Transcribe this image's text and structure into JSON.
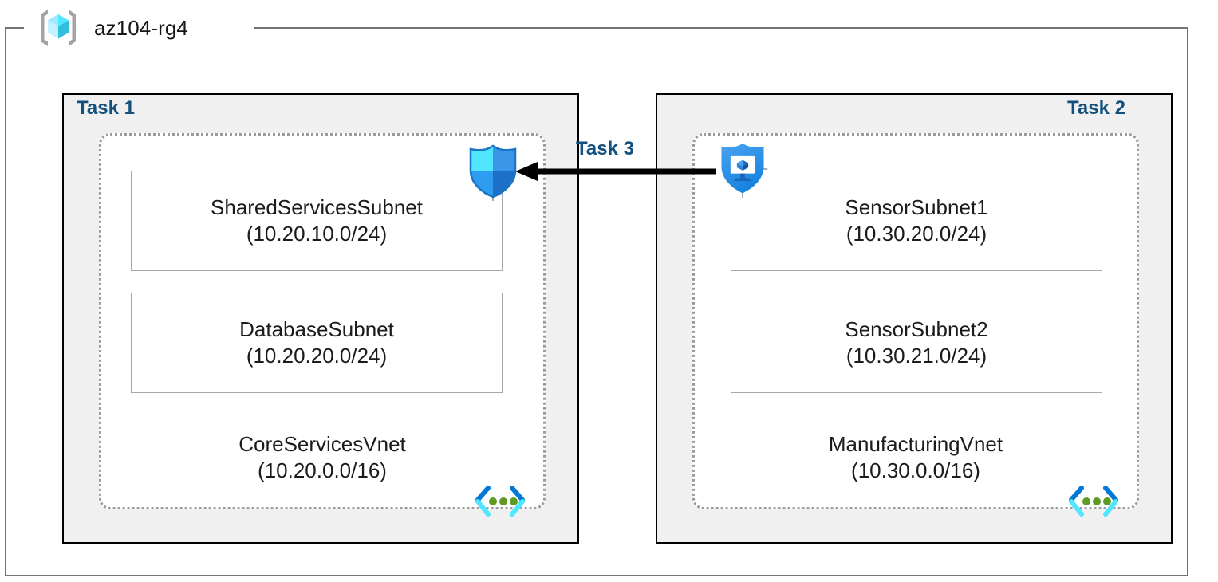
{
  "resource_group": {
    "name": "az104-rg4",
    "icon": "resource-group-cube-icon"
  },
  "tasks": {
    "task1_label": "Task 1",
    "task2_label": "Task 2",
    "task3_label": "Task 3"
  },
  "colors": {
    "task_label": "#12507d",
    "panel_fill": "#f0f0f0",
    "panel_border": "#000000",
    "vnet_border": "#9b9b9b",
    "subnet_border": "#a8a8a8",
    "frame_border": "#737373",
    "arrow": "#000000",
    "azure_blue": "#1f8ef1",
    "cyan": "#50e6ff",
    "green_dot": "#5e9a24"
  },
  "vnets": [
    {
      "panel": "task1",
      "name": "CoreServicesVnet",
      "cidr": "(10.20.0.0/16)",
      "icon": "virtual-network-icon",
      "subnets": [
        {
          "name": "SharedServicesSubnet",
          "cidr": "(10.20.10.0/24)"
        },
        {
          "name": "DatabaseSubnet",
          "cidr": "(10.20.20.0/24)"
        }
      ]
    },
    {
      "panel": "task2",
      "name": "ManufacturingVnet",
      "cidr": "(10.30.0.0/16)",
      "icon": "virtual-network-icon",
      "subnets": [
        {
          "name": "SensorSubnet1",
          "cidr": "(10.30.20.0/24)"
        },
        {
          "name": "SensorSubnet2",
          "cidr": "(10.30.21.0/24)"
        }
      ]
    }
  ],
  "icons": {
    "firewall": "shield-quadrant-icon",
    "defender": "shield-monitor-icon",
    "arrow": "left-arrow-icon"
  }
}
